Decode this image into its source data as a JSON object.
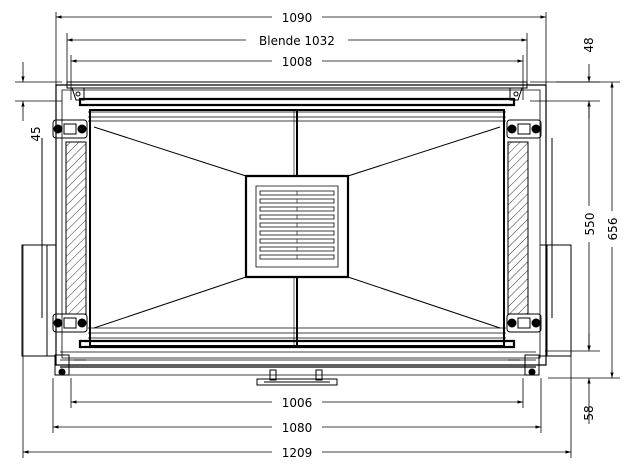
{
  "dimensions": {
    "width_top": "1090",
    "blende": "Blende 1032",
    "inner_top": "1008",
    "bottom_inner": "1006",
    "bottom_mid": "1080",
    "overall": "1209",
    "right_top": "48",
    "left_side": "45",
    "right_mid": "550",
    "right_total": "656",
    "right_bottom": "58"
  }
}
